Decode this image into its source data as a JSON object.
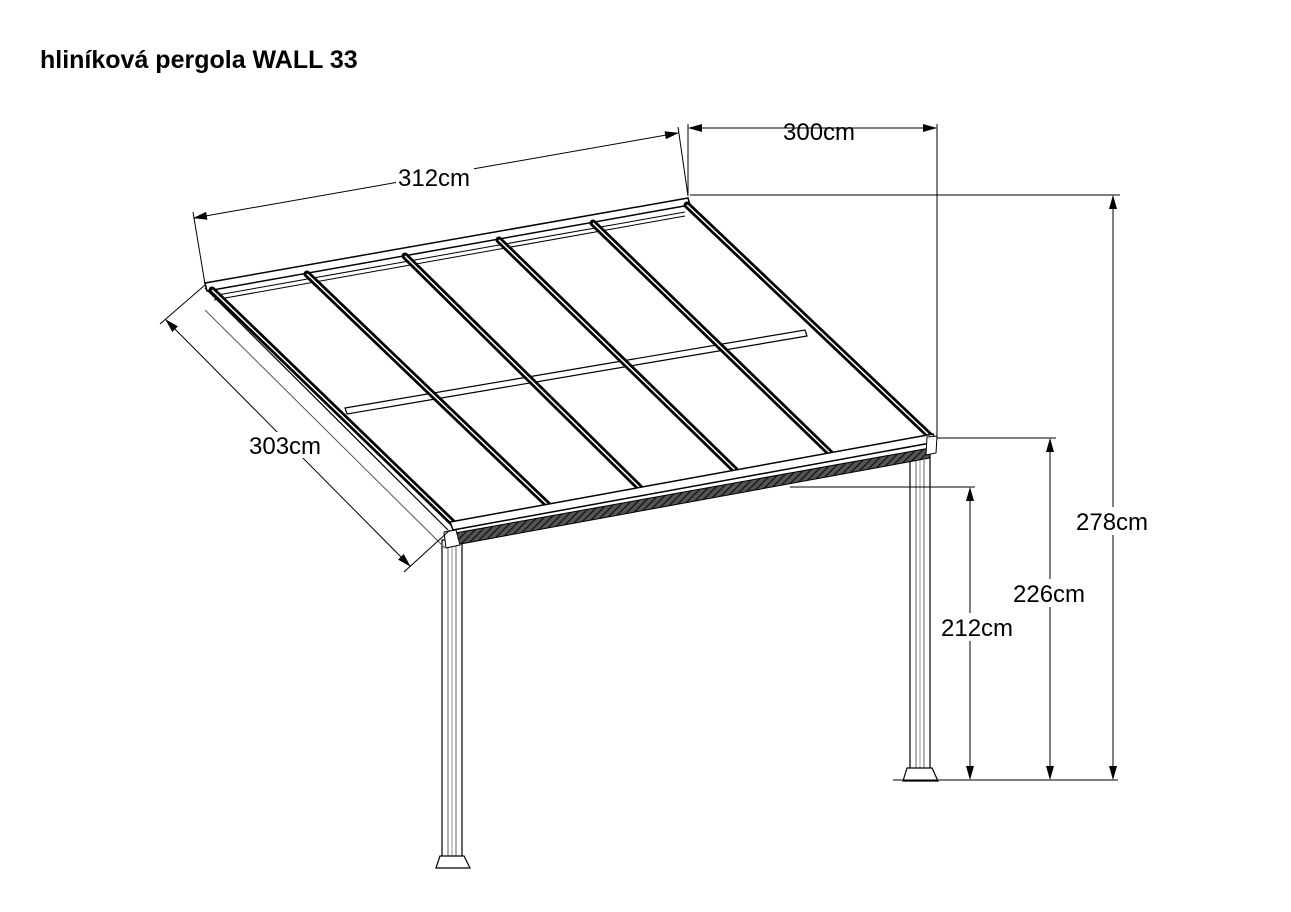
{
  "title": "hliníková pergola WALL 33",
  "dimensions": {
    "width_slanted": "312cm",
    "width_horizontal": "300cm",
    "depth": "303cm",
    "total_height": "278cm",
    "front_beam_height": "226cm",
    "clear_height": "212cm"
  },
  "colors": {
    "line": "#000000",
    "background": "#ffffff"
  }
}
